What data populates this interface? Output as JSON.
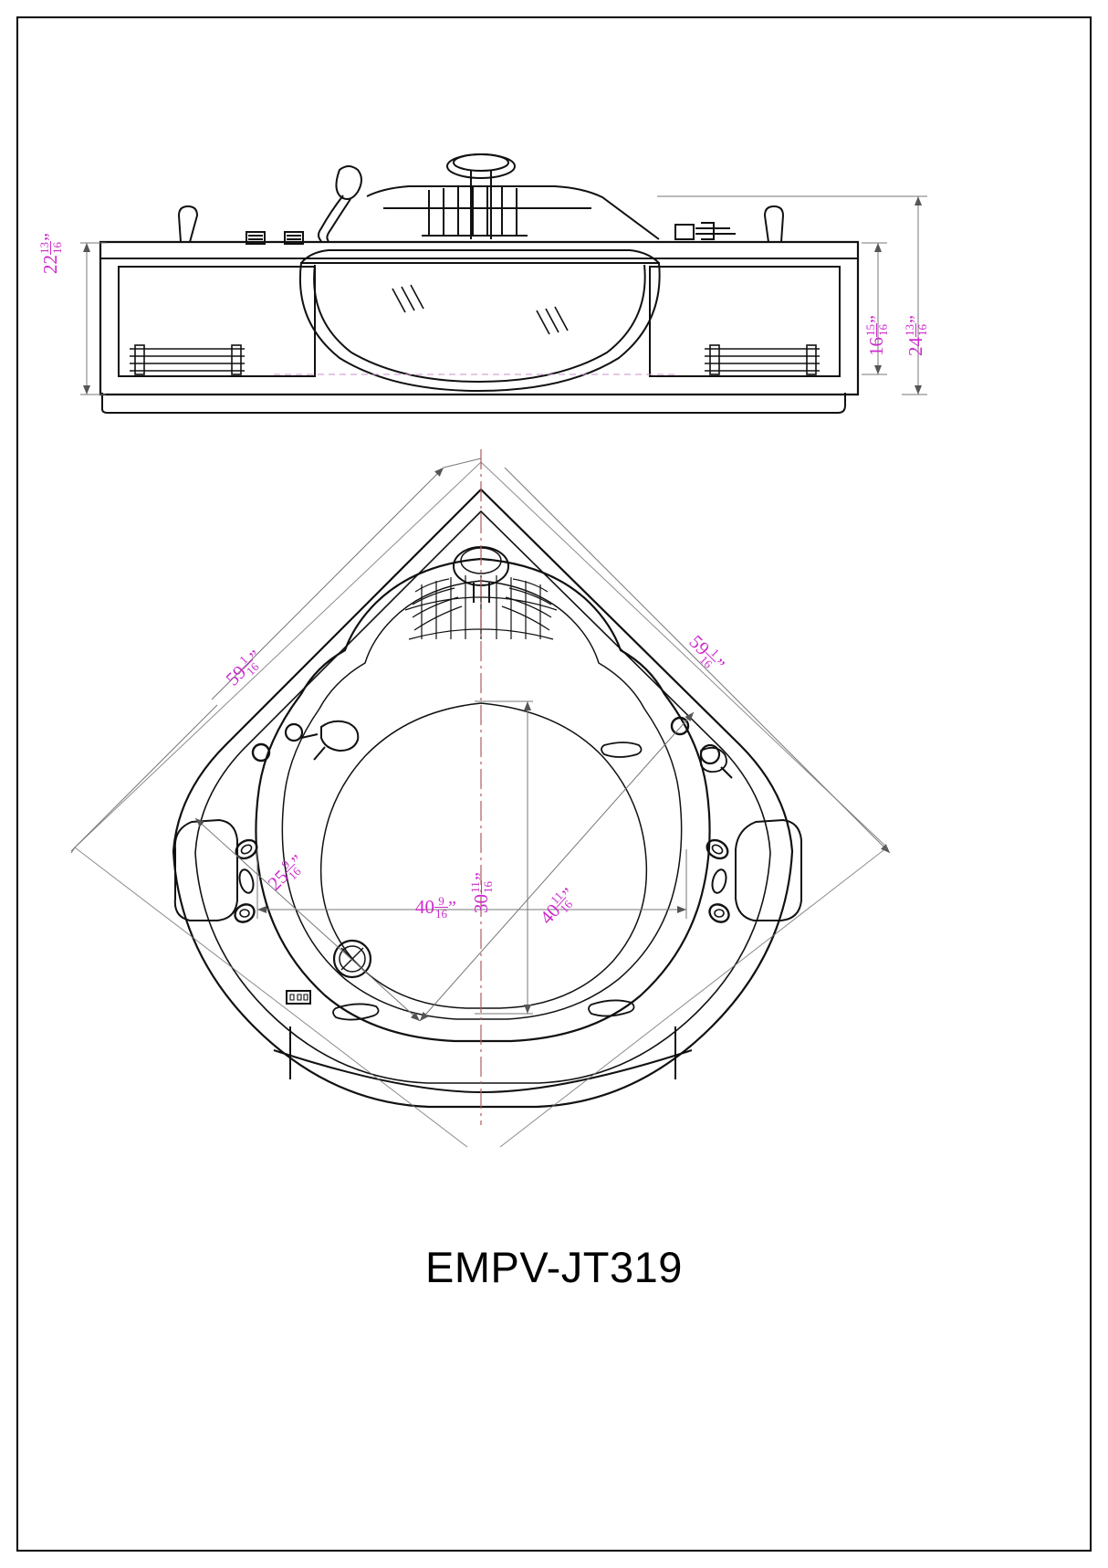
{
  "document": {
    "title": "EMPV-JT319",
    "product_type": "corner whirlpool bathtub technical drawing",
    "border_color": "#000000",
    "dimension_color": "#cc2bcc",
    "centerline_color": "#b05a5a",
    "line_color": "#111111"
  },
  "views": {
    "front_elevation": {
      "name": "front-elevation-view",
      "features": [
        "grab-handle-left",
        "control-knob-1",
        "control-knob-2",
        "hand-shower-head",
        "faucet-spout",
        "headrest-pillow",
        "grab-handle-right",
        "front-panel-left-vent",
        "front-panel-right-vent",
        "glass-reflection-marks"
      ]
    },
    "plan_view": {
      "name": "top-plan-view",
      "features": [
        "headrest",
        "backrest-slats",
        "jet-ports",
        "armrest-left",
        "armrest-right",
        "drain",
        "control-panel",
        "overflow",
        "handle-left",
        "handle-right"
      ]
    }
  },
  "dimensions": {
    "front_height_overall": {
      "whole": "22",
      "num": "13",
      "den": "16",
      "unit": "”",
      "value_inches": 22.8125,
      "position": "left-of-front-view",
      "orientation": "vertical"
    },
    "front_inner_height": {
      "whole": "16",
      "num": "15",
      "den": "16",
      "unit": "”",
      "value_inches": 16.9375,
      "position": "right-of-front-view-inner",
      "orientation": "vertical"
    },
    "front_total_height": {
      "whole": "24",
      "num": "13",
      "den": "16",
      "unit": "”",
      "value_inches": 24.8125,
      "position": "right-of-front-view-outer",
      "orientation": "vertical"
    },
    "plan_side_left": {
      "whole": "59",
      "num": "1",
      "den": "16",
      "unit": "”",
      "value_inches": 59.0625,
      "position": "upper-left-diagonal",
      "orientation": "diagonal-45"
    },
    "plan_side_right": {
      "whole": "59",
      "num": "1",
      "den": "16",
      "unit": "”",
      "value_inches": 59.0625,
      "position": "upper-right-diagonal",
      "orientation": "diagonal-315"
    },
    "plan_inner_diag_left": {
      "whole": "25",
      "num": "9",
      "den": "16",
      "unit": "”",
      "value_inches": 25.5625,
      "position": "inner-left-diagonal",
      "orientation": "diagonal-45"
    },
    "plan_inner_diag_right": {
      "whole": "40",
      "num": "11",
      "den": "16",
      "unit": "”",
      "value_inches": 40.6875,
      "position": "inner-right-diagonal",
      "orientation": "diagonal-45"
    },
    "plan_center_vertical": {
      "whole": "30",
      "num": "11",
      "den": "16",
      "unit": "”",
      "value_inches": 30.6875,
      "position": "center-vertical",
      "orientation": "vertical"
    },
    "plan_center_horizontal": {
      "whole": "40",
      "num": "9",
      "den": "16",
      "unit": "”",
      "value_inches": 40.5625,
      "position": "center-horizontal",
      "orientation": "horizontal"
    }
  }
}
